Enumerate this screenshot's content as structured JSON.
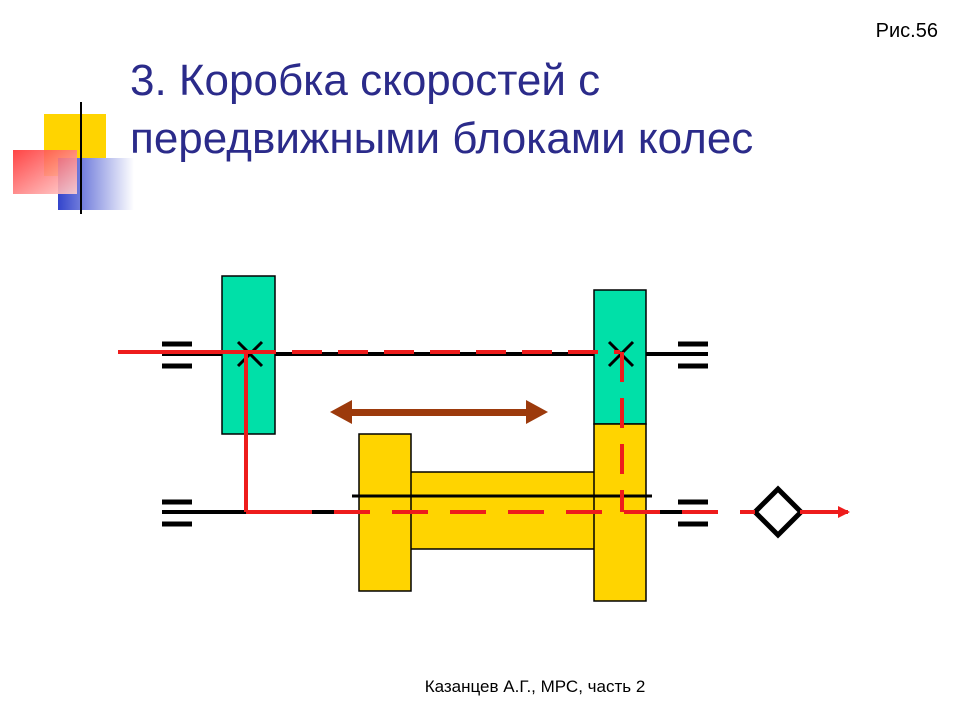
{
  "slide": {
    "figure_number": "Рис.56",
    "title_line_1": "3. Коробка скоростей с",
    "title_line_2": "передвижными блоками колес",
    "footer": "Казанцев А.Г., МРС, часть 2"
  },
  "colors": {
    "title": "#2b2b8a",
    "gear_green": "#00e0a8",
    "gear_yellow": "#ffd400",
    "power_flow": "#ee1c1c",
    "shift_arrow": "#9c3a0c",
    "shaft": "#000000",
    "deco_yellow": "#ffd400",
    "deco_red": "#ff3030",
    "deco_blue": "#3344cc"
  },
  "diagram": {
    "elements": [
      "input-shaft",
      "output-shaft",
      "fixed-gear-left",
      "fixed-gear-right",
      "sliding-gear-block",
      "shift-direction-arrow",
      "power-flow-path",
      "coupling"
    ]
  }
}
